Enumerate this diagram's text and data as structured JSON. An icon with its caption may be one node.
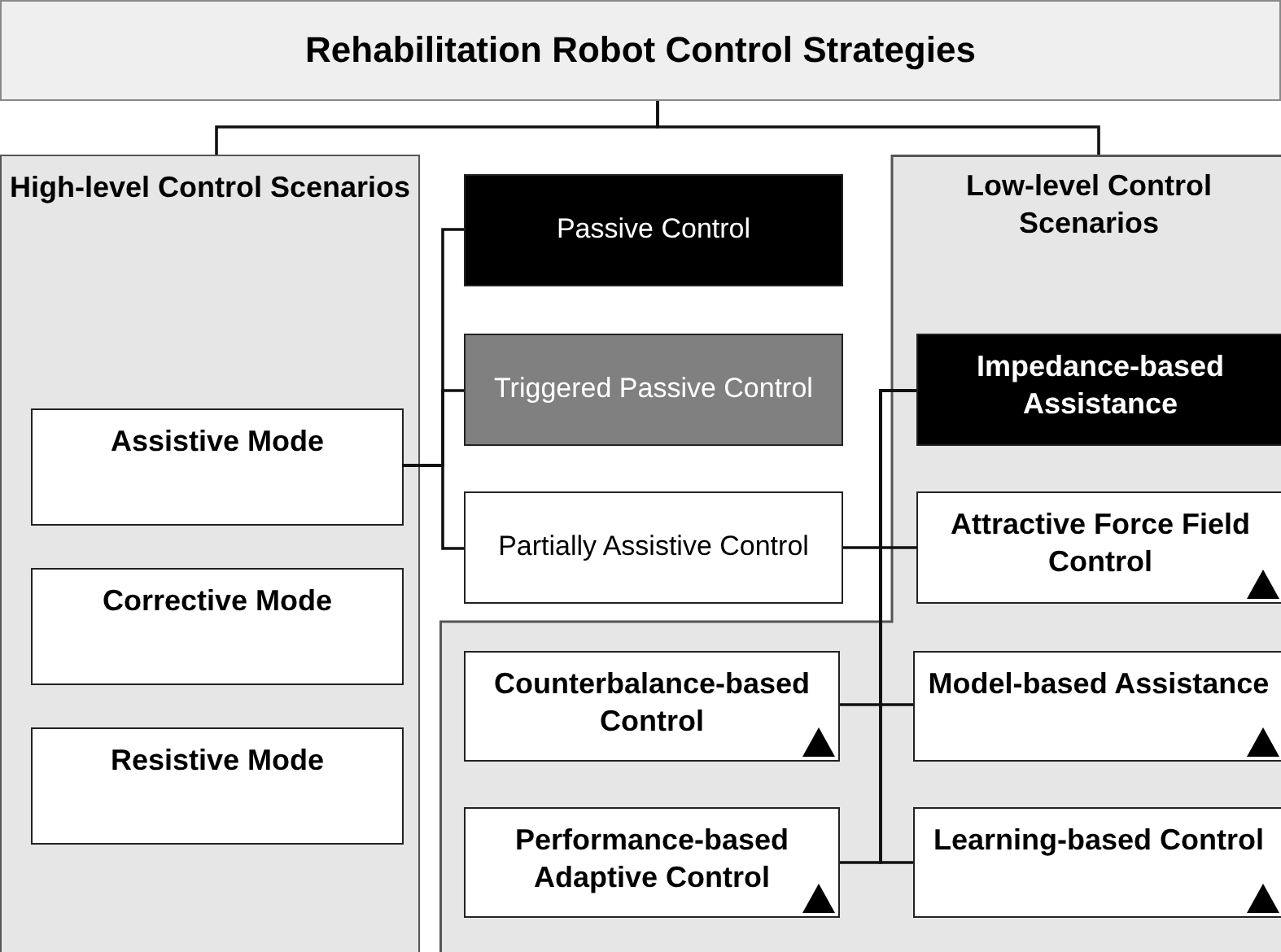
{
  "diagram": {
    "nodes": [
      {
        "text": [
          "Rehabilitation Robot Control Strategies"
        ]
      },
      {
        "text": [
          "High-level Control Scenarios"
        ]
      },
      {
        "text": [
          "Assistive Mode"
        ],
        "in": 1
      },
      {
        "text": [
          "Corrective Mode"
        ],
        "in": 1
      },
      {
        "text": [
          "Resistive Mode"
        ],
        "in": 1
      },
      {
        "text": [
          "Passive Control"
        ]
      },
      {
        "text": [
          "Triggered Passive Control"
        ]
      },
      {
        "text": [
          "Partially Assistive Control"
        ]
      },
      {
        "text": [
          "Low-level Control Scenarios"
        ]
      },
      {
        "text": [
          "Impedance-based Assistance"
        ],
        "in": 8
      },
      {
        "text": [
          "Attractive Force Field Control"
        ],
        "in": 8
      },
      {
        "text": [
          "Counterbalance-based Control"
        ],
        "in": 8
      },
      {
        "text": [
          "Model-based Assistance"
        ],
        "in": 8
      },
      {
        "text": [
          "Performance-based Adaptive Control"
        ],
        "in": 8
      },
      {
        "text": [
          "Learning-based Control"
        ],
        "in": 8
      }
    ],
    "edges": [
      {
        "from": 0,
        "to": 1,
        "arrow": "none"
      },
      {
        "from": 0,
        "to": 8,
        "arrow": "none"
      },
      {
        "from": 2,
        "to": 5,
        "arrow": "none"
      },
      {
        "from": 2,
        "to": 6,
        "arrow": "none"
      },
      {
        "from": 2,
        "to": 7,
        "arrow": "none"
      },
      {
        "from": 7,
        "to": 10,
        "arrow": "none"
      },
      {
        "from": 9,
        "to": 11,
        "arrow": "none"
      },
      {
        "from": 9,
        "to": 12,
        "arrow": "none"
      },
      {
        "from": 9,
        "to": 13,
        "arrow": "none"
      },
      {
        "from": 9,
        "to": 14,
        "arrow": "none"
      }
    ]
  }
}
